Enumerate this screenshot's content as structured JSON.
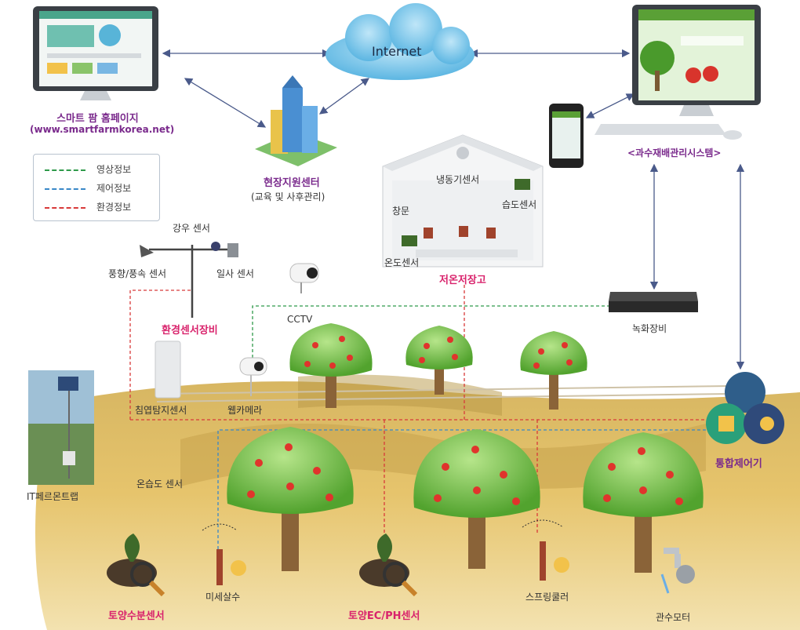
{
  "internet": "Internet",
  "homepage": {
    "title": "스마트 팜 홈페이지",
    "url": "(www.smartfarmkorea.net)"
  },
  "support_center": {
    "title": "현장지원센터",
    "subtitle": "(교육 및 사후관리)"
  },
  "system": {
    "title": "<과수재배관리시스템>"
  },
  "legend": [
    {
      "label": "영상정보",
      "color": "#2f9a4a"
    },
    {
      "label": "제어정보",
      "color": "#3a88c8"
    },
    {
      "label": "환경정보",
      "color": "#d83a3a"
    }
  ],
  "storage": {
    "title": "저온저장고",
    "sensors": {
      "refrigeration": "냉동기센서",
      "window": "창문",
      "humidity": "습도센서",
      "temperature": "온도센서"
    }
  },
  "weather": {
    "title": "환경센서장비",
    "rain": "강우 센서",
    "wind": "풍향/풍속 센서",
    "solar": "일사 센서"
  },
  "cctv": "CCTV",
  "recorder": "녹화장비",
  "leaf_wetness": "침엽탐지센서",
  "webcam": "웹카메라",
  "it_ferment": "IT페르몬트랩",
  "temp_humidity": "온습도 센서",
  "controller": "통합제어기",
  "soil_moisture": "토양수분센서",
  "soil_ecph": "토양EC/PH센서",
  "mist": "미세살수",
  "sprinkler": "스프링쿨러",
  "pump": "관수모터",
  "colors": {
    "purple": "#7a2a8c",
    "pink": "#d9236c",
    "arrow": "#4a5a8a"
  }
}
